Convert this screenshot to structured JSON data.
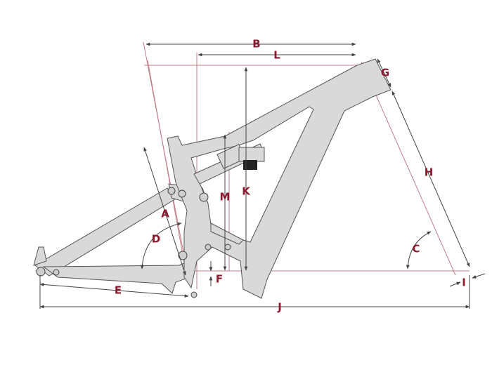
{
  "title": "Frame geometry diagram",
  "colors": {
    "label": "#8b1a2e",
    "frame": "#d9d9d9",
    "reference_line": "#c27d89"
  },
  "labels": {
    "A": "A",
    "B": "B",
    "C": "C",
    "D": "D",
    "E": "E",
    "F": "F",
    "G": "G",
    "H": "H",
    "I": "I",
    "J": "J",
    "K": "K",
    "L": "L",
    "M": "M"
  }
}
